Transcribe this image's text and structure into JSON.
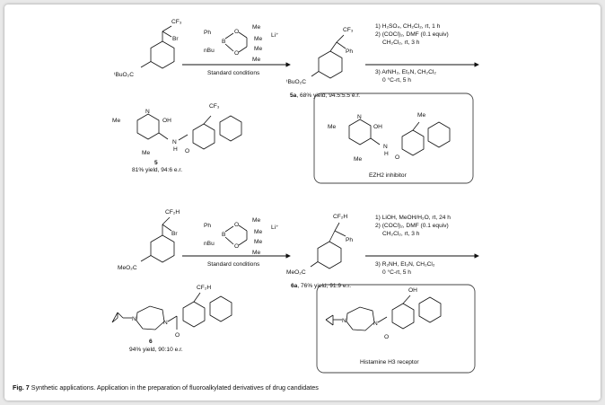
{
  "figure": {
    "label": "Fig. 7",
    "caption": "Synthetic applications. Application in the preparation of fluoroalkylated derivatives of drug candidates"
  },
  "top": {
    "sm": {
      "cf3": "CF₃",
      "br": "Br",
      "ester": "ᵗBuO₂C"
    },
    "reagent": {
      "ph": "Ph",
      "b": "B",
      "nbu": "nBu",
      "li": "Li⁺",
      "me1": "Me",
      "me2": "Me",
      "me3": "Me",
      "me4": "Me",
      "o1": "O",
      "o2": "O"
    },
    "conditions": "Standard conditions",
    "product": {
      "cf3": "CF₃",
      "ph": "Ph",
      "ester": "ᵗBuO₂C",
      "label": "5a",
      "yield": ", 68% yield, 94.5:5.5 e.r."
    },
    "steps": [
      "1) H₂SO₄, CH₂Cl₂, rt, 1 h",
      "2) (COCl)₂, DMF (0.1 equiv)",
      "CH₂Cl₂, rt, 3 h",
      "3) ArNH₂, Et₃N, CH₂Cl₂",
      "0 °C-rt, 5 h"
    ],
    "final": {
      "label": "5",
      "yield": "81% yield, 94:6 e.r.",
      "me_a": "Me",
      "me_b": "Me",
      "n": "N",
      "oh": "OH",
      "nh": "N",
      "h": "H",
      "o": "O",
      "cf3": "CF₃"
    },
    "drug": {
      "name": "EZH2 inhibitor",
      "me_a": "Me",
      "me_b": "Me",
      "me_c": "Me",
      "n": "N",
      "oh": "OH",
      "nh": "N",
      "h": "H",
      "o": "O"
    }
  },
  "bottom": {
    "sm": {
      "cf2h": "CF₂H",
      "br": "Br",
      "ester": "MeO₂C"
    },
    "reagent": {
      "ph": "Ph",
      "b": "B",
      "nbu": "nBu",
      "li": "Li⁺",
      "me1": "Me",
      "me2": "Me",
      "me3": "Me",
      "me4": "Me",
      "o1": "O",
      "o2": "O"
    },
    "conditions": "Standard conditions",
    "product": {
      "cf2h": "CF₂H",
      "ph": "Ph",
      "ester": "MeO₂C",
      "label": "6a",
      "yield": ", 76% yield, 91:9 e.r."
    },
    "steps": [
      "1) LiOH, MeOH/H₂O, rt, 24 h",
      "2) (COCl)₂, DMF (0.1 equiv)",
      "CH₂Cl₂, rt, 3 h",
      "3) R₂NH, Et₃N, CH₂Cl₂",
      "0 °C-rt, 5 h"
    ],
    "final": {
      "label": "6",
      "yield": "94% yield, 90:10 e.r.",
      "n1": "N",
      "n2": "N",
      "o": "O",
      "cf2h": "CF₂H"
    },
    "drug": {
      "name": "Histamine H3 receptor",
      "n1": "N",
      "n2": "N",
      "o": "O",
      "oh": "OH"
    }
  }
}
